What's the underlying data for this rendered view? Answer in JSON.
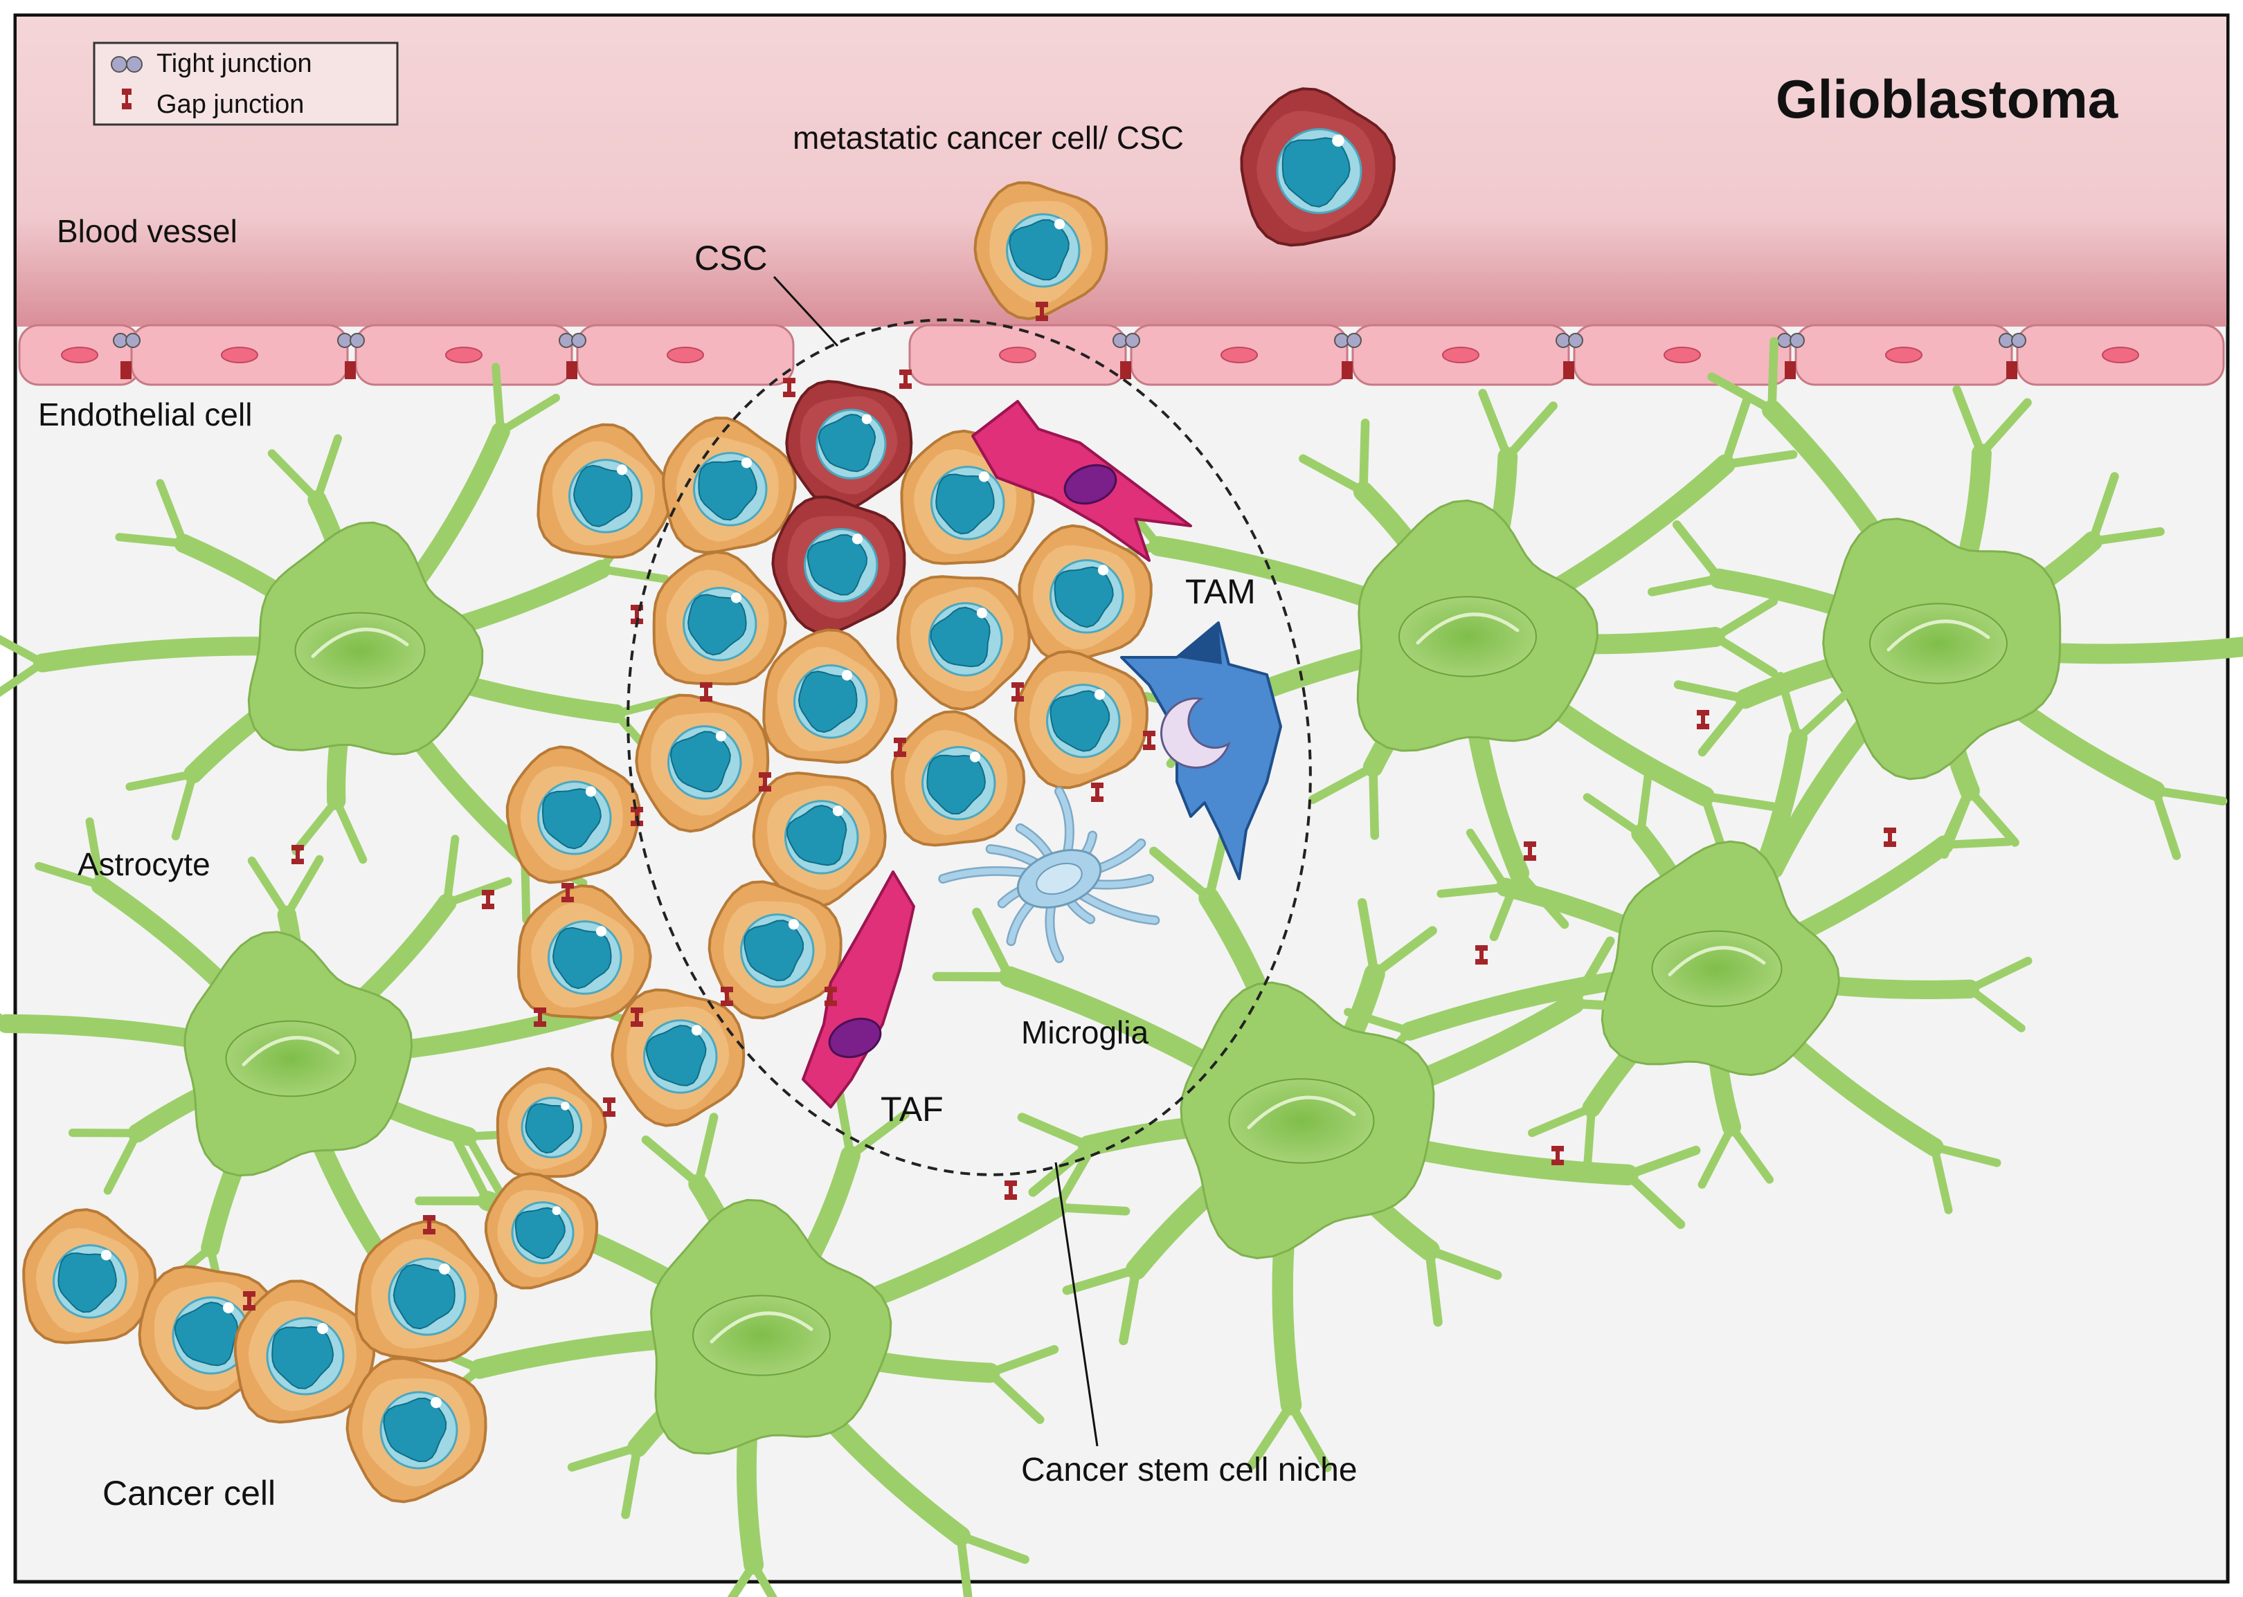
{
  "title": "Glioblastoma",
  "legend": {
    "items": [
      {
        "label": "Tight junction",
        "icon": "tight-junction-icon"
      },
      {
        "label": "Gap junction",
        "icon": "gap-junction-icon"
      }
    ]
  },
  "labels": {
    "blood_vessel": "Blood vessel",
    "endothelial_cell": "Endothelial cell",
    "astrocyte": "Astrocyte",
    "cancer_cell": "Cancer cell",
    "csc": "CSC",
    "metastatic": "metastatic cancer cell/ CSC",
    "tam": "TAM",
    "microglia": "Microglia",
    "taf": "TAF",
    "niche": "Cancer stem cell niche"
  },
  "colors": {
    "vessel": "#f2d0d3",
    "endothelium": "#f5b6bf",
    "tissue": "#f3f3f3",
    "cancer_cell": "#e9a860",
    "csc": "#a8383c",
    "nucleus": "#1f95b3",
    "astrocyte": "#9ccf6a",
    "tam": "#4b8ad1",
    "microglia": "#a9d2ea",
    "taf": "#e0307a",
    "gap_junction": "#a3252a",
    "tight_junction": "#a9a7c9"
  }
}
